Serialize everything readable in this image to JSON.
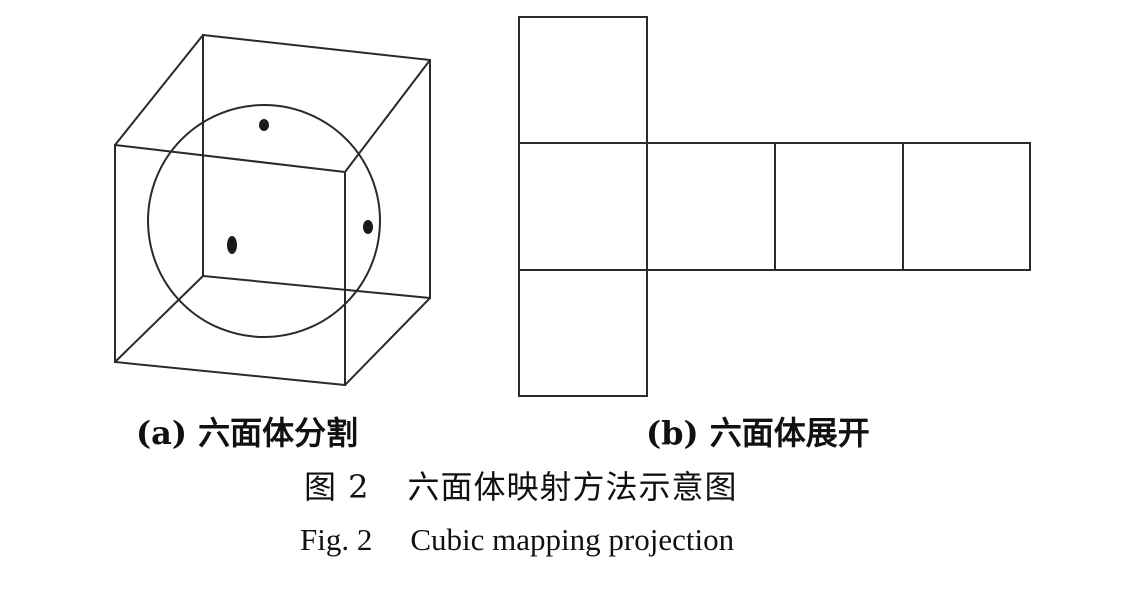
{
  "figure": {
    "subfigure_a": {
      "label": "(a) 六面体分割",
      "description_objects": [
        "cube-wireframe",
        "inscribed-sphere",
        "sphere-points"
      ]
    },
    "subfigure_b": {
      "label": "(b) 六面体展开",
      "description_objects": [
        "cube-net"
      ]
    },
    "caption_zh": {
      "number": "图 2",
      "text": "六面体映射方法示意图"
    },
    "caption_en": {
      "number": "Fig. 2",
      "text": "Cubic mapping projection"
    }
  },
  "colors": {
    "line": "#2a2a2a",
    "dot": "#1a1a1a",
    "background": "#ffffff"
  }
}
